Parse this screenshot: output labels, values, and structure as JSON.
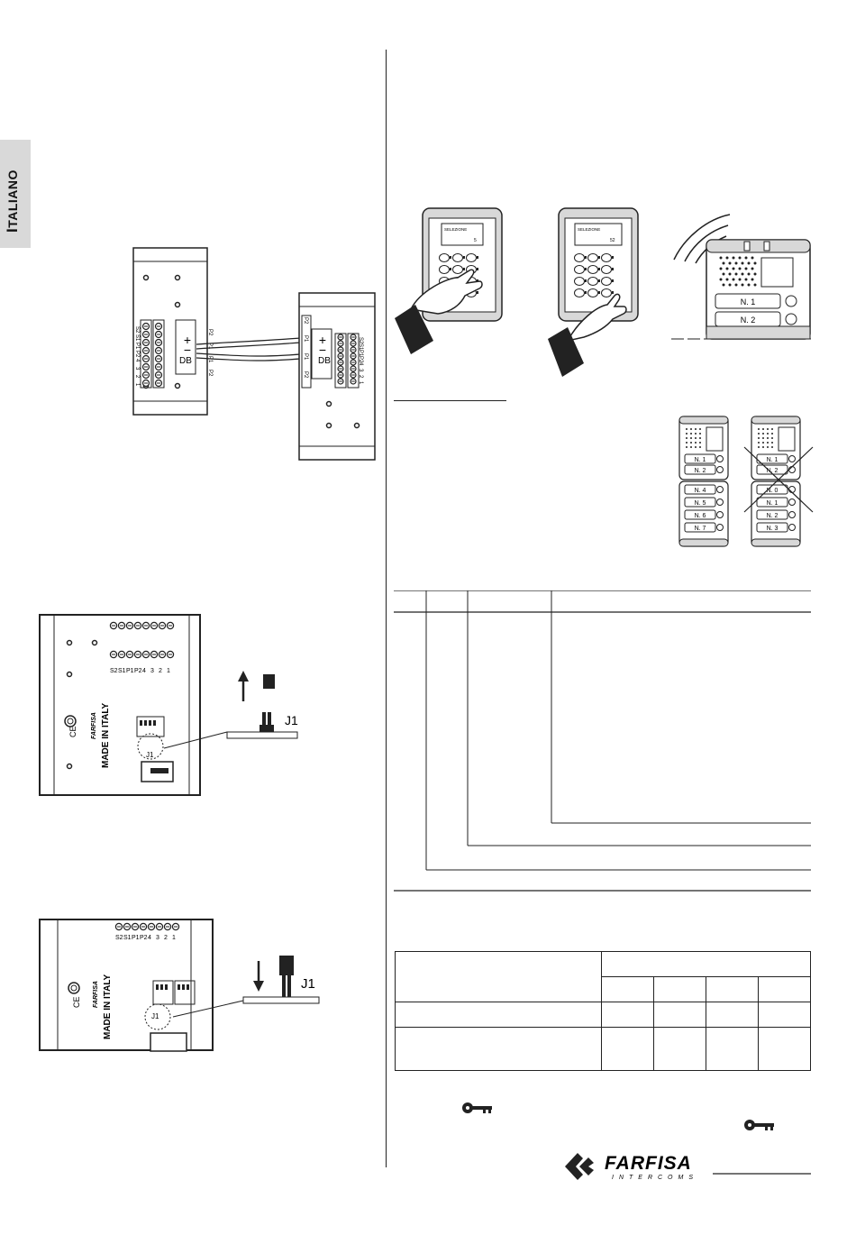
{
  "sidebar": {
    "language_first": "I",
    "language_rest": "TALIANO"
  },
  "wiring": {
    "left_terminals": [
      "S2",
      "S1",
      "P1",
      "P2",
      "4",
      "3",
      "2",
      "1"
    ],
    "right_terminals": [
      "S2",
      "S1",
      "P1",
      "P2",
      "4",
      "3",
      "2",
      "1"
    ],
    "left_bridge": [
      "P2",
      "P1",
      "P1",
      "P2"
    ],
    "right_bridge": [
      "P2",
      "P1",
      "P1",
      "P2"
    ],
    "plus": "+",
    "minus": "−",
    "db_label": "DB"
  },
  "board_remove": {
    "terminal_labels": [
      "S2",
      "S1",
      "P1",
      "P2",
      "4",
      "3",
      "2",
      "1"
    ],
    "made_in": "MADE IN ITALY",
    "brand_small": "FARFISA",
    "ce": "CE",
    "jumper_label": "J1",
    "jumper_small": "J1"
  },
  "board_insert": {
    "terminal_labels": [
      "S2",
      "S1",
      "P1",
      "P2",
      "4",
      "3",
      "2",
      "1"
    ],
    "made_in": "MADE IN ITALY",
    "brand_small": "FARFISA",
    "ce": "CE",
    "jumper_label": "J1",
    "jumper_small": "J1"
  },
  "keypads": {
    "display_text_1": "SELEZIONE",
    "display_value_1": "5",
    "display_text_2": "SELEZIONE",
    "display_value_2": "52"
  },
  "doorbell": {
    "button_1": "N. 1",
    "button_2": "N. 2"
  },
  "panels": {
    "left_upper": [
      "N. 1",
      "N. 2"
    ],
    "left_lower": [
      "N. 4",
      "N. 5",
      "N. 6",
      "N. 7"
    ],
    "right_upper": [
      "N. 1",
      "N. 2"
    ],
    "right_lower": [
      "N. 0",
      "N. 1",
      "N. 2",
      "N. 3"
    ]
  },
  "footer": {
    "brand": "FARFISA",
    "sub": "INTERCOMS"
  },
  "icons": {
    "key_icon": "key-icon",
    "arrow_up": "arrow-up-icon",
    "arrow_down": "arrow-down-icon"
  }
}
